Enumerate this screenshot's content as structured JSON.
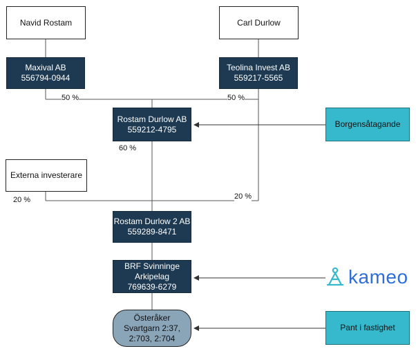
{
  "nodes": {
    "navid": {
      "name": "Navid Rostam"
    },
    "carl": {
      "name": "Carl Durlow"
    },
    "maxival": {
      "name": "Maxival AB",
      "org": "556794-0944"
    },
    "teolina": {
      "name": "Teolina Invest AB",
      "org": "559217-5565"
    },
    "rostam_durlow": {
      "name": "Rostam Durlow AB",
      "org": "559212-4795"
    },
    "borgen": {
      "name": "Borgensåtagande"
    },
    "externa": {
      "name": "Externa investerare"
    },
    "rostam_durlow2": {
      "name": "Rostam Durlow 2 AB",
      "org": "559289-8471"
    },
    "brf": {
      "line1": "BRF Svinninge",
      "line2": "Arkipelag",
      "org": "769639-6279"
    },
    "osteraker": {
      "line1": "Österåker",
      "line2": "Svartgarn 2:37,",
      "line3": "2:703, 2:704"
    },
    "pant": {
      "name": "Pant i fastighet"
    }
  },
  "percentages": {
    "maxival_share": "50 %",
    "teolina_share": "50 %",
    "rostam_durlow_share": "60 %",
    "externa_share": "20 %",
    "teolina_direct_share": "20 %"
  },
  "logo": {
    "text": "kameo",
    "icon": "kameo-logo-icon",
    "color": "#2e6ed6"
  },
  "colors": {
    "navy": "#1d3a52",
    "teal": "#36b9cc",
    "oval": "#8aa4b8"
  }
}
